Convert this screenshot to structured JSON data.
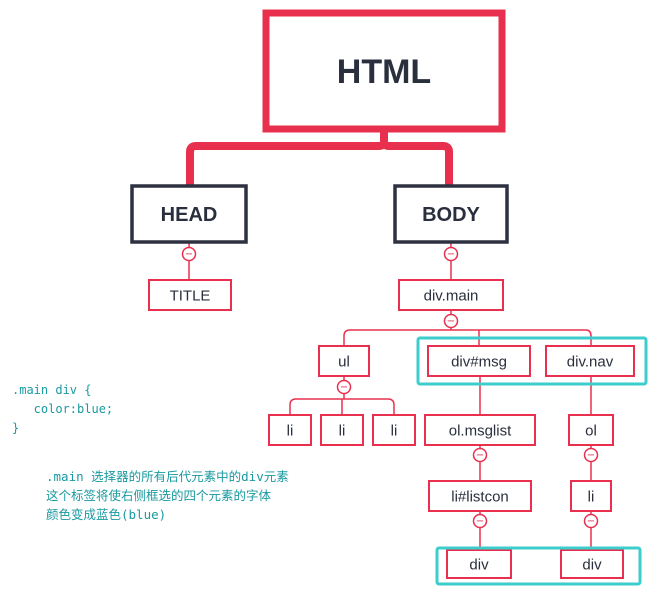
{
  "diagram": {
    "colors": {
      "red": "#e8304e",
      "dark": "#2d3140",
      "cyan": "#3ccdcd"
    },
    "nodes": {
      "html": "HTML",
      "head": "HEAD",
      "body": "BODY",
      "title": "TITLE",
      "div_main": "div.main",
      "ul": "ul",
      "li_1": "li",
      "li_2": "li",
      "li_3": "li",
      "div_msg": "div#msg",
      "div_nav": "div.nav",
      "ol_msglist": "ol.msglist",
      "ol": "ol",
      "li_listcon": "li#listcon",
      "li_nav": "li",
      "div_1": "div",
      "div_2": "div"
    },
    "collapse_symbol": "−"
  },
  "code": {
    "line1": ".main div {",
    "line2": "   color:blue;",
    "line3": "}"
  },
  "note": {
    "line1": ".main 选择器的所有后代元素中的div元素",
    "line2": "这个标签将使右侧框选的四个元素的字体",
    "line3": "颜色变成蓝色(blue)"
  }
}
